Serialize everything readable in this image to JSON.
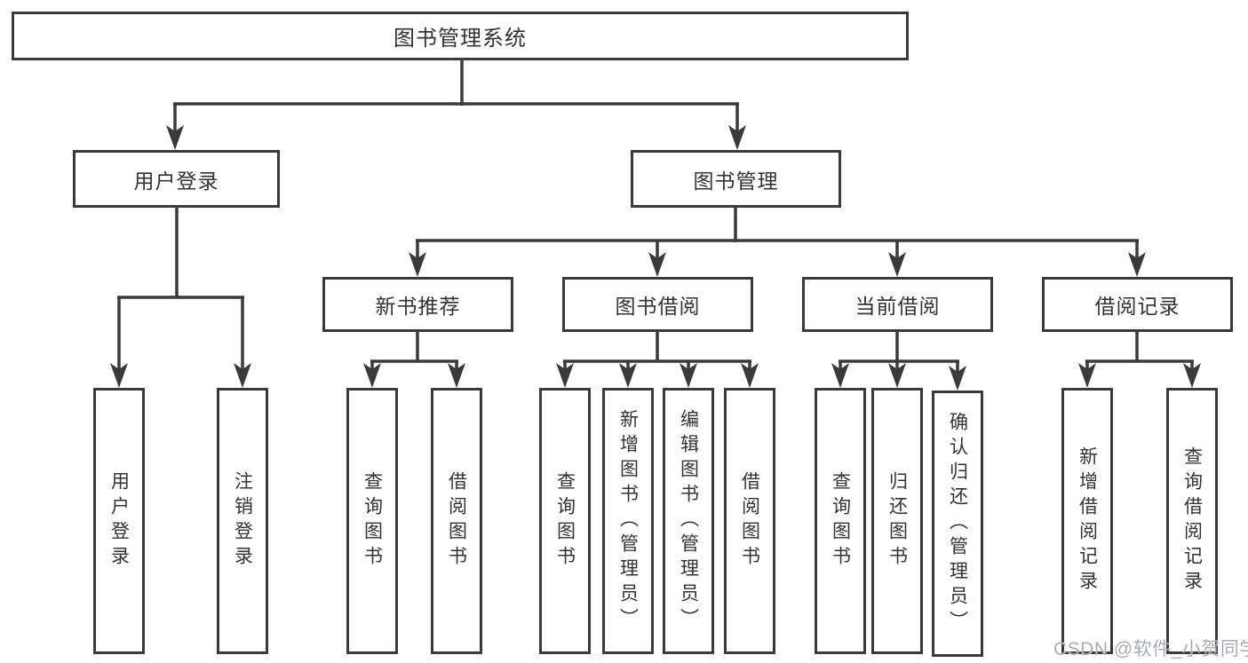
{
  "watermark": "CSDN @软件_小贺同学",
  "colors": {
    "line": "#3a3a3a",
    "text": "#333333",
    "background": "#ffffff",
    "watermark": "#a9adb3"
  },
  "tree": {
    "root": {
      "label": "图书管理系统"
    },
    "level2": [
      {
        "label": "用户登录"
      },
      {
        "label": "图书管理"
      }
    ],
    "level3": [
      {
        "label": "新书推荐"
      },
      {
        "label": "图书借阅"
      },
      {
        "label": "当前借阅"
      },
      {
        "label": "借阅记录"
      }
    ],
    "leaves": {
      "user_login": [
        {
          "label": "用户登录"
        },
        {
          "label": "注销登录"
        }
      ],
      "new_book_recommendation": [
        {
          "label": "查询图书"
        },
        {
          "label": "借阅图书"
        }
      ],
      "book_borrowing": [
        {
          "label": "查询图书"
        },
        {
          "label": "新增图书（管理员）"
        },
        {
          "label": "编辑图书（管理员）"
        },
        {
          "label": "借阅图书"
        }
      ],
      "current_borrowing": [
        {
          "label": "查询图书"
        },
        {
          "label": "归还图书"
        },
        {
          "label": "确认归还（管理员）"
        }
      ],
      "borrowing_records": [
        {
          "label": "新增借阅记录"
        },
        {
          "label": "查询借阅记录"
        }
      ]
    }
  }
}
